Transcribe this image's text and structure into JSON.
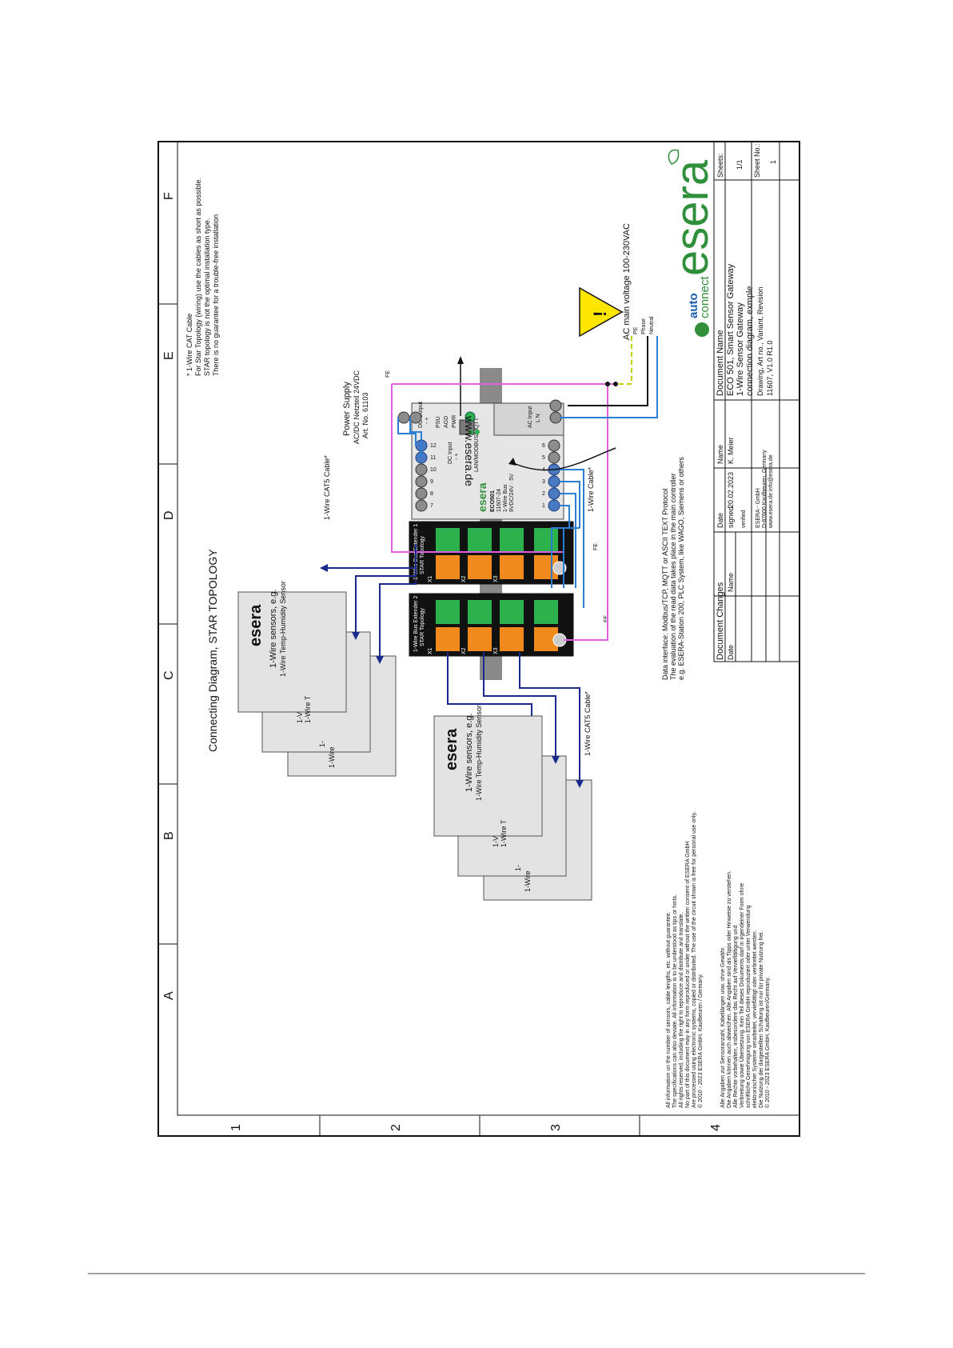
{
  "grid": {
    "columns": [
      "A",
      "B",
      "C",
      "D",
      "E",
      "F"
    ],
    "rows": [
      "1",
      "2",
      "3",
      "4"
    ]
  },
  "diagram": {
    "title": "Connecting Diagram, STAR TOPOLOGY",
    "cable_note": {
      "line1": "* 1-Wire CAT Cable",
      "line2": "For Star Topology (wiring) use the cables as short as possible.",
      "line3": "STAR topology is not the optimal installation type.",
      "line4": "There is no guarantee for a trouble-free installation"
    },
    "power_supply": {
      "title": "Power Supply",
      "model": "AC/DC Netzteil 24VDC",
      "art_no": "Art. No. 61103"
    },
    "website": "www.esera.de",
    "ac_main": {
      "label": "AC main voltage 100-230VAC",
      "pe": "PE",
      "phase": "Phase",
      "neutral": "Neutral"
    },
    "fe_label": "FE",
    "cable_cat5": "1-Wire CAT5 Cable*",
    "cable_1wire": "1-Wire Cable*",
    "data_interface": {
      "line1": "Data interface: Modbus/TCP, MQTT or ASCII TEXT Protocol",
      "line2": "The evaluation of the read data takes place in the main controller",
      "line3": "e.g. ESERA-Station 200, PLC System, like WAGO, Siemens or others"
    },
    "sensor_group_1": {
      "brand": "esera",
      "line1": "1-Wire sensors, e.g.",
      "line2": "1-Wire Temp-Humidity Sensor",
      "back1": "1-V",
      "back2": "1-Wire T",
      "back3": "1-",
      "back4": "1-Wire"
    },
    "sensor_group_2": {
      "brand": "esera",
      "line1": "1-Wire sensors, e.g.",
      "line2": "1-Wire Temp-Humidity Sensor",
      "back1": "1-V",
      "back2": "1-Wire T",
      "back3": "1-",
      "back4": "1-Wire"
    },
    "extender_1": {
      "title": "1-Wire Bus Extender 1",
      "sub": "STAR Topology",
      "ports": [
        "X1",
        "X2",
        "X3"
      ]
    },
    "extender_2": {
      "title": "1-Wire Bus Extender 2",
      "sub": "STAR Topology",
      "ports": [
        "X1",
        "X2",
        "X3"
      ]
    },
    "controller": {
      "brand": "esera",
      "model": "ECO501",
      "art": "11607-24",
      "sub1": "1-Wire Bus",
      "sub2": "9VDC/24V · 5V",
      "terms_top": [
        "7",
        "8",
        "9",
        "10",
        "11",
        "12"
      ],
      "terms_bottom": [
        "1",
        "2",
        "3",
        "4",
        "5",
        "6"
      ],
      "dc_input": "DC Input",
      "dc_input_pol": "-  +",
      "dc_output": "DC Output",
      "dc_output_pol": "-  +",
      "psu": "PSU",
      "agd": "AGD",
      "pwr": "PWR",
      "ac_input": "AC Input",
      "ac_lr": "L  N",
      "lan": "LAN/MODBUS/MQTT"
    }
  },
  "disclaimer_en": [
    "All information on the number of sensors, cable lengths, etc. without guarantee.",
    "The specifications can also deviate. All information is to be understood as tips or hints.",
    "All rights reserved, including the right to reproduce and distribute and translate.",
    "No part of this document may in any form reproduced or under without the written consent of ESERA GmbH",
    "Are processed using electronic systems, copied or distributed. The use of the circuit shown is free for personal use only.",
    "© 2010 - 2023 ESERA GmbH, Kaufbeuren / Germany."
  ],
  "disclaimer_de": [
    "Alle Angaben zur Sensoranzahl, Kabellängen usw. ohne Gewähr.",
    "Die Angaben können auch abweichen. Alle Angaben sind als Tipps oder Hinweise zu verstehen.",
    "Alle Rechte vorbehalten, insbesondere das Recht auf Vervielfältigung und",
    "Verbreitung sowie Übersetzung. Kein Teil dieses Dokuments darf in irgendeiner Form ohne",
    "schriftliche Genehmigung von ESERA GmbH reproduziert oder unter Verwendung",
    "elektronischer Systeme verarbeitet, vervielfältigt oder verbreitet werden.",
    "Die Nutzung der dargestellten Schaltung ist nur für private Nutzung frei.",
    "© 2010 - 2023 ESERA GmbH, Kaufbeuren/Germany."
  ],
  "title_block": {
    "doc_changes": "Document Changes",
    "date_h": "Date",
    "name_h": "Name",
    "date2_h": "Date",
    "name2_h": "Name",
    "signed": "signed",
    "signed_date": "20.02.2023",
    "signed_name": "K. Meier",
    "verified": "verified",
    "company": "ESERA - GmbH",
    "address": "D-87600 Kaufbeuren, Germany",
    "contact": "www.esera.de  info@esera.de",
    "doc_name_h": "Document Name",
    "doc_name_1": "ECO 501, Smart Sensor Gateway",
    "doc_name_2": "1-Wire Sensor Gateway",
    "doc_name_3": "connection diagram, exmple",
    "drawing_h": "Drawing, Art no., Variant, Revision",
    "drawing": "11607, V1.0 R1.0",
    "sheets_h": "Sheets:",
    "sheets": "1/1",
    "sheet_no_h": "Sheet No.:",
    "sheet_no": "1",
    "logo_auto": "auto",
    "logo_connect": "connect",
    "logo_esera": "esera"
  }
}
